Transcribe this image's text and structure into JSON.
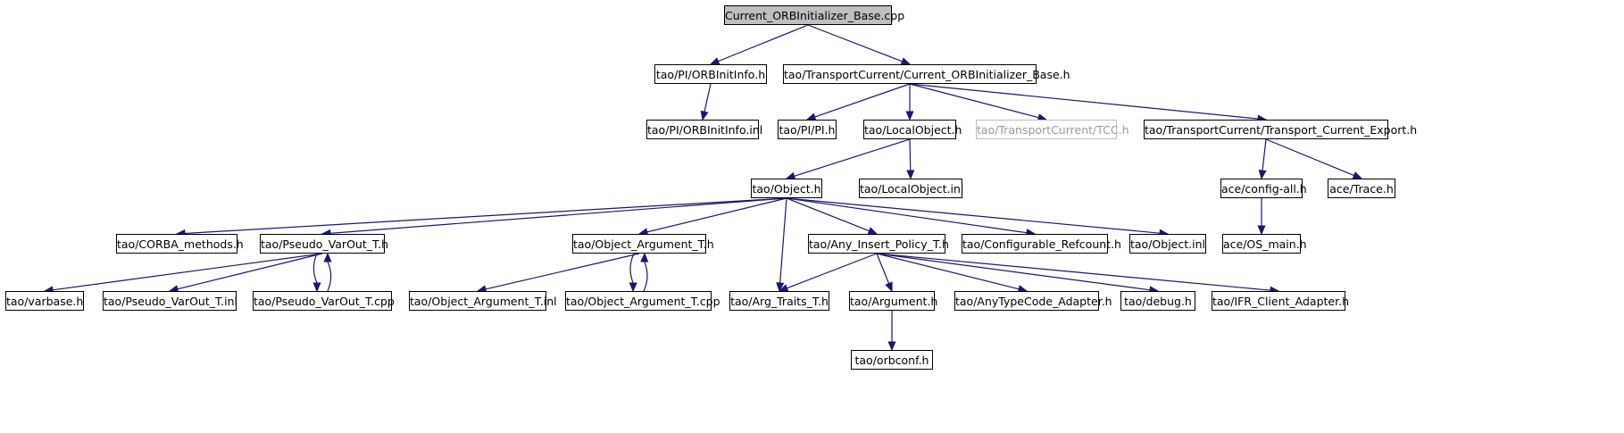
{
  "diagram": {
    "type": "include-dependency-graph",
    "edge_color": "#191970",
    "root_fill": "#bfbfbf",
    "external_border": "#bfbfbf",
    "nodes": [
      {
        "id": "root",
        "label": "Current_ORBInitializer_Base.cpp",
        "style": "root"
      },
      {
        "id": "orbinitinfo_h",
        "label": "tao/PI/ORBInitInfo.h",
        "style": "normal"
      },
      {
        "id": "cur_orbinit_base_h",
        "label": "tao/TransportCurrent/Current_ORBInitializer_Base.h",
        "style": "normal"
      },
      {
        "id": "orbinitinfo_inl",
        "label": "tao/PI/ORBInitInfo.inl",
        "style": "normal"
      },
      {
        "id": "pi_h",
        "label": "tao/PI/PI.h",
        "style": "normal"
      },
      {
        "id": "localobject_h",
        "label": "tao/LocalObject.h",
        "style": "normal"
      },
      {
        "id": "tcc_h",
        "label": "tao/TransportCurrent/TCC.h",
        "style": "external"
      },
      {
        "id": "tc_export_h",
        "label": "tao/TransportCurrent/Transport_Current_Export.h",
        "style": "normal"
      },
      {
        "id": "object_h",
        "label": "tao/Object.h",
        "style": "normal"
      },
      {
        "id": "localobject_inl",
        "label": "tao/LocalObject.inl",
        "style": "normal"
      },
      {
        "id": "config_all_h",
        "label": "ace/config-all.h",
        "style": "normal"
      },
      {
        "id": "trace_h",
        "label": "ace/Trace.h",
        "style": "normal"
      },
      {
        "id": "corba_methods_h",
        "label": "tao/CORBA_methods.h",
        "style": "normal"
      },
      {
        "id": "pseudo_varout_h",
        "label": "tao/Pseudo_VarOut_T.h",
        "style": "normal"
      },
      {
        "id": "object_argument_h",
        "label": "tao/Object_Argument_T.h",
        "style": "normal"
      },
      {
        "id": "any_insert_policy_h",
        "label": "tao/Any_Insert_Policy_T.h",
        "style": "normal"
      },
      {
        "id": "configurable_refcount_h",
        "label": "tao/Configurable_Refcount.h",
        "style": "normal"
      },
      {
        "id": "object_inl",
        "label": "tao/Object.inl",
        "style": "normal"
      },
      {
        "id": "os_main_h",
        "label": "ace/OS_main.h",
        "style": "normal"
      },
      {
        "id": "varbase_h",
        "label": "tao/varbase.h",
        "style": "normal"
      },
      {
        "id": "pseudo_varout_inl",
        "label": "tao/Pseudo_VarOut_T.inl",
        "style": "normal"
      },
      {
        "id": "pseudo_varout_cpp",
        "label": "tao/Pseudo_VarOut_T.cpp",
        "style": "normal"
      },
      {
        "id": "object_argument_inl",
        "label": "tao/Object_Argument_T.inl",
        "style": "normal"
      },
      {
        "id": "object_argument_cpp",
        "label": "tao/Object_Argument_T.cpp",
        "style": "normal"
      },
      {
        "id": "arg_traits_h",
        "label": "tao/Arg_Traits_T.h",
        "style": "normal"
      },
      {
        "id": "argument_h",
        "label": "tao/Argument.h",
        "style": "normal"
      },
      {
        "id": "anytypecode_adapter_h",
        "label": "tao/AnyTypeCode_Adapter.h",
        "style": "normal"
      },
      {
        "id": "debug_h",
        "label": "tao/debug.h",
        "style": "normal"
      },
      {
        "id": "ifr_client_adapter_h",
        "label": "tao/IFR_Client_Adapter.h",
        "style": "normal"
      },
      {
        "id": "orbconf_h",
        "label": "tao/orbconf.h",
        "style": "normal"
      }
    ],
    "edges": [
      {
        "from": "root",
        "to": "orbinitinfo_h"
      },
      {
        "from": "root",
        "to": "cur_orbinit_base_h"
      },
      {
        "from": "orbinitinfo_h",
        "to": "orbinitinfo_inl"
      },
      {
        "from": "cur_orbinit_base_h",
        "to": "pi_h"
      },
      {
        "from": "cur_orbinit_base_h",
        "to": "localobject_h"
      },
      {
        "from": "cur_orbinit_base_h",
        "to": "tcc_h"
      },
      {
        "from": "cur_orbinit_base_h",
        "to": "tc_export_h"
      },
      {
        "from": "localobject_h",
        "to": "object_h"
      },
      {
        "from": "localobject_h",
        "to": "localobject_inl"
      },
      {
        "from": "tc_export_h",
        "to": "config_all_h"
      },
      {
        "from": "tc_export_h",
        "to": "trace_h"
      },
      {
        "from": "config_all_h",
        "to": "os_main_h"
      },
      {
        "from": "object_h",
        "to": "corba_methods_h"
      },
      {
        "from": "object_h",
        "to": "pseudo_varout_h"
      },
      {
        "from": "object_h",
        "to": "object_argument_h"
      },
      {
        "from": "object_h",
        "to": "arg_traits_h"
      },
      {
        "from": "object_h",
        "to": "any_insert_policy_h"
      },
      {
        "from": "object_h",
        "to": "configurable_refcount_h"
      },
      {
        "from": "object_h",
        "to": "object_inl"
      },
      {
        "from": "pseudo_varout_h",
        "to": "varbase_h"
      },
      {
        "from": "pseudo_varout_h",
        "to": "pseudo_varout_inl"
      },
      {
        "from": "pseudo_varout_h",
        "to": "pseudo_varout_cpp"
      },
      {
        "from": "pseudo_varout_cpp",
        "to": "pseudo_varout_h"
      },
      {
        "from": "object_argument_h",
        "to": "object_argument_inl"
      },
      {
        "from": "object_argument_h",
        "to": "object_argument_cpp"
      },
      {
        "from": "object_argument_cpp",
        "to": "object_argument_h"
      },
      {
        "from": "any_insert_policy_h",
        "to": "arg_traits_h"
      },
      {
        "from": "any_insert_policy_h",
        "to": "argument_h"
      },
      {
        "from": "any_insert_policy_h",
        "to": "anytypecode_adapter_h"
      },
      {
        "from": "any_insert_policy_h",
        "to": "debug_h"
      },
      {
        "from": "any_insert_policy_h",
        "to": "ifr_client_adapter_h"
      },
      {
        "from": "argument_h",
        "to": "orbconf_h"
      }
    ]
  }
}
